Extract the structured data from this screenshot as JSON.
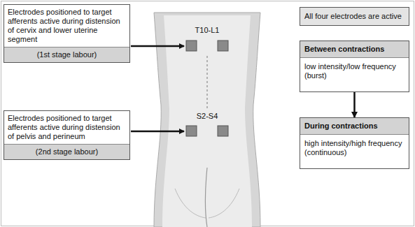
{
  "diagram": {
    "nodes": [
      {
        "text": [
          "Electrodes positioned to target afferents active during distension of cervix and lower uterine segment",
          "(1st stage labour)"
        ]
      },
      {
        "text": [
          "Electrodes positioned to target afferents active during distension of pelvis and perineum",
          "(2nd stage labour)"
        ]
      },
      {
        "text": [
          "All four electrodes are active"
        ]
      },
      {
        "text": [
          "Between contractions",
          "low intensity/low frequency (burst)"
        ]
      },
      {
        "text": [
          "During contractions",
          "high intensity/high frequency (continuous)"
        ]
      }
    ],
    "edges": [
      {
        "from": 3,
        "to": 4,
        "arrow": "to"
      }
    ],
    "labels": [
      "T10-L1",
      "S2-S4"
    ]
  }
}
